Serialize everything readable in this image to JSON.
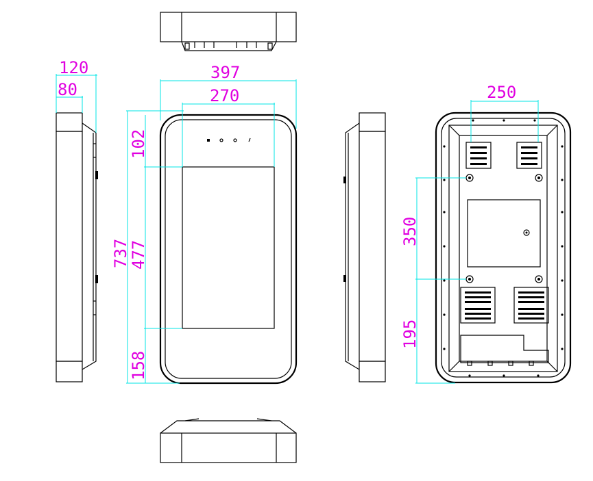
{
  "colors": {
    "outline": "#000000",
    "dimension_line": "#00e5e5",
    "dimension_text": "#e000e0",
    "background": "#ffffff"
  },
  "dimensions": {
    "side_total_depth": "120",
    "side_body_depth": "80",
    "front_total_width": "397",
    "screen_width": "270",
    "total_height": "737",
    "top_margin": "102",
    "screen_height": "477",
    "bottom_margin": "158",
    "rear_bracket_spacing": "250",
    "rear_vertical_spacing": "350",
    "rear_bottom_offset": "195"
  }
}
